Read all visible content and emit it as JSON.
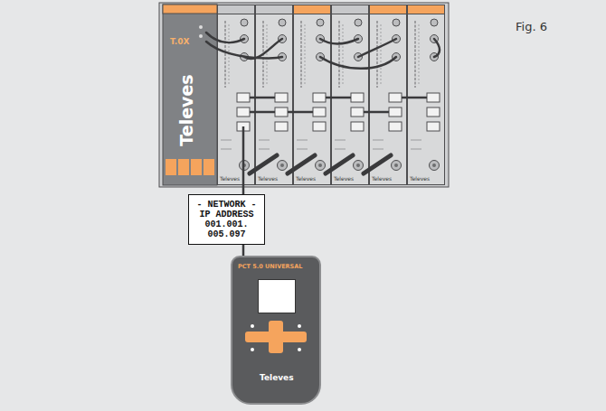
{
  "diagram": {
    "nodes": [
      {
        "text": [
          "T.0X",
          "Televes"
        ]
      },
      {
        "text": [
          "Televes"
        ]
      },
      {
        "text": [
          "- NETWORK - IP ADDRESS 001.001. 005.097"
        ]
      },
      {
        "text": [
          "PCT 5.0 UNIVERSAL",
          "Televes"
        ]
      }
    ],
    "edges": [
      {
        "from": 1,
        "to": 2,
        "arrow": "none"
      },
      {
        "from": 2,
        "to": 3,
        "arrow": "none"
      }
    ],
    "labels": [
      "Fig. 6",
      "Televes",
      "Televes",
      "Televes",
      "Televes",
      "Televes"
    ]
  }
}
